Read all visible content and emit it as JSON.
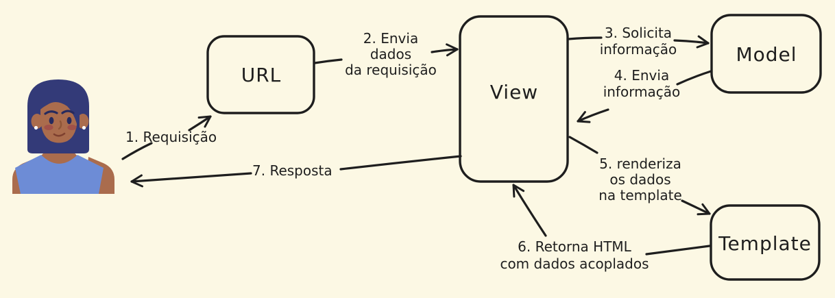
{
  "colors": {
    "background": "#FCF8E4",
    "ink": "#1E1E1E",
    "skin": "#AA6C4D",
    "hair": "#333A78",
    "eye_brow": "#262A5E",
    "cheek": "#A15149",
    "nose": "#8F5638",
    "mouth": "#7E402F",
    "shirt": "#6D8CD6",
    "earring": "#FFFFFF"
  },
  "nodes": [
    {
      "id": "url",
      "label": "URL"
    },
    {
      "id": "view",
      "label": "View"
    },
    {
      "id": "model",
      "label": "Model"
    },
    {
      "id": "template",
      "label": "Template"
    }
  ],
  "arrows": [
    {
      "step": 1,
      "from": "user",
      "to": "url",
      "lines": [
        "1. Requisição"
      ]
    },
    {
      "step": 2,
      "from": "url",
      "to": "view",
      "lines": [
        "2. Envia",
        "dados",
        "da requisição"
      ]
    },
    {
      "step": 3,
      "from": "view",
      "to": "model",
      "lines": [
        "3. Solicita",
        "informação"
      ]
    },
    {
      "step": 4,
      "from": "model",
      "to": "view",
      "lines": [
        "4. Envia",
        "informação"
      ]
    },
    {
      "step": 5,
      "from": "view",
      "to": "template",
      "lines": [
        "5. renderiza",
        "os dados",
        "na template"
      ]
    },
    {
      "step": 6,
      "from": "template",
      "to": "view",
      "lines": [
        "6. Retorna HTML",
        "com dados acoplados"
      ]
    },
    {
      "step": 7,
      "from": "view",
      "to": "user",
      "lines": [
        "7. Resposta"
      ]
    }
  ]
}
